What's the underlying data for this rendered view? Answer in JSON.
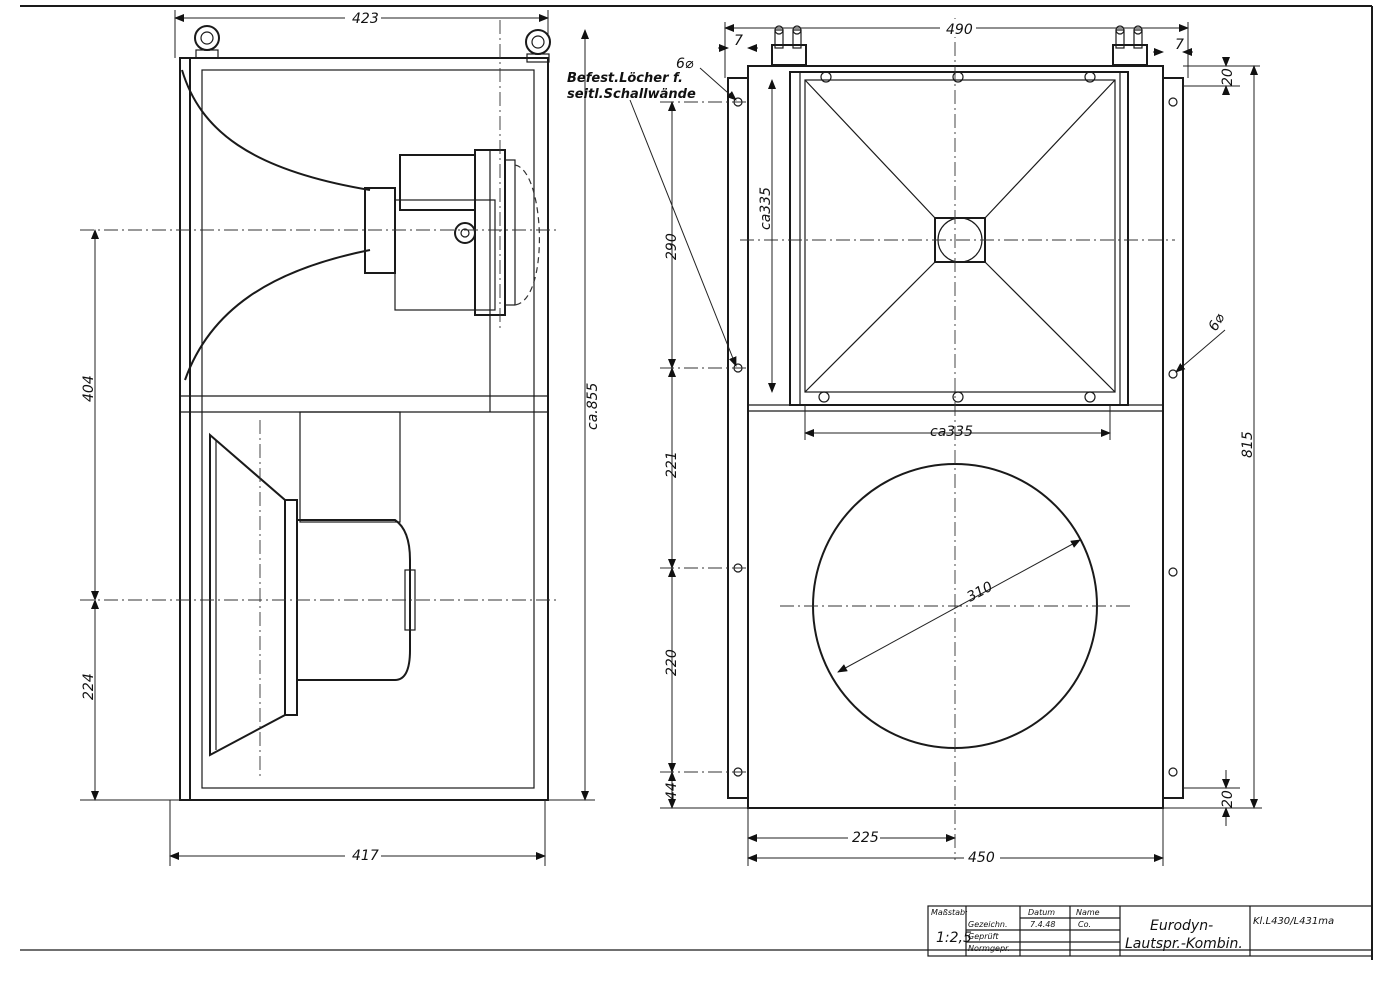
{
  "note": {
    "line1": "Befest.Löcher f.",
    "line2": "seitl.Schallwände"
  },
  "side_view": {
    "dims": {
      "top_width": "423",
      "bottom_width": "417",
      "height": "ca.855",
      "upper": "404",
      "lower": "224"
    }
  },
  "front_view": {
    "dims": {
      "top_width": "490",
      "bracket_left": "7",
      "bracket_right": "7",
      "hole_dia_left": "6⌀",
      "hole_dia_right": "6⌀",
      "top_margin": "20",
      "bottom_margin": "20",
      "total_height": "815",
      "horn_height": "ca335",
      "horn_width": "ca335",
      "spacing_1": "290",
      "spacing_2": "221",
      "spacing_3": "220",
      "spacing_4": "44",
      "speaker_dia": "310",
      "half_width": "225",
      "bottom_width": "450"
    }
  },
  "title_block": {
    "scale_label": "Maßstab:",
    "scale_value": "1:2,5",
    "col_datum": "Datum",
    "col_name": "Name",
    "row_drawn": "Gezeichn.",
    "row_checked": "Geprüft",
    "row_standard": "Normgepr.",
    "drawn_date": "7.4.48",
    "drawn_name": "Co.",
    "title_line1": "Eurodyn-",
    "title_line2": "Lautspr.-Kombin.",
    "drawing_number": "Kl.L430/L431ma"
  }
}
